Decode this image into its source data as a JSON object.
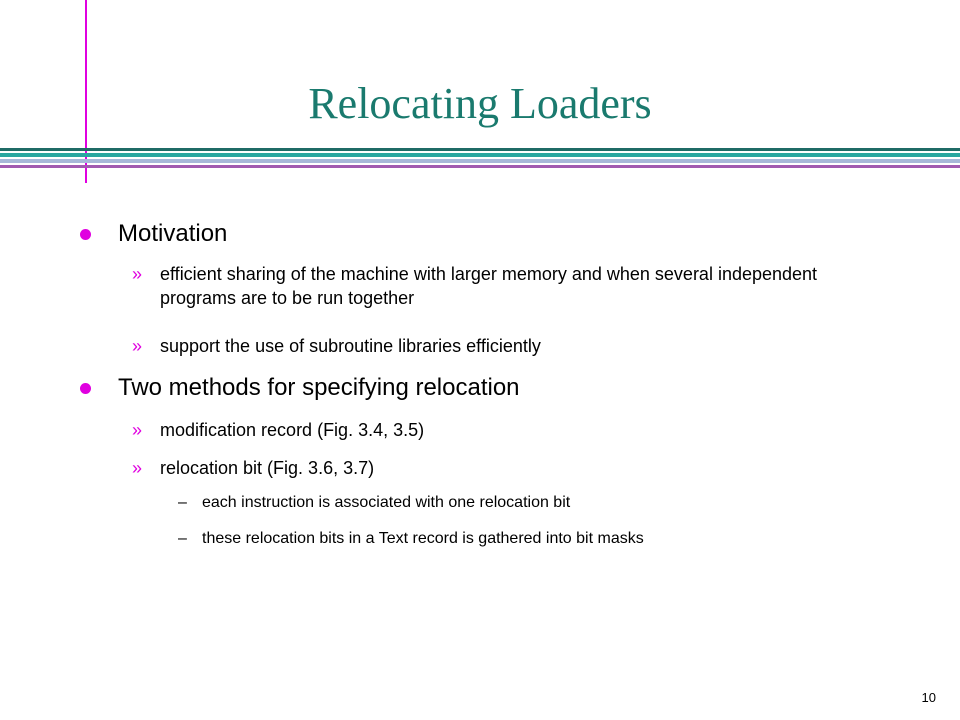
{
  "slide": {
    "title": "Relocating Loaders",
    "bullets": [
      {
        "marker": "l",
        "text": "Motivation",
        "sub": [
          {
            "marker": "»",
            "text": "efficient sharing of the machine with larger memory and when several independent programs are to be run together"
          },
          {
            "marker": "»",
            "text": "support the use of subroutine libraries efficiently"
          }
        ]
      },
      {
        "marker": "l",
        "text": "Two methods for specifying relocation",
        "sub": [
          {
            "marker": "»",
            "text": "modification record (Fig. 3.4, 3.5)"
          },
          {
            "marker": "»",
            "text": "relocation bit (Fig. 3.6, 3.7)",
            "sub": [
              {
                "marker": "–",
                "text": "each instruction is associated with one relocation bit"
              },
              {
                "marker": "–",
                "text": "these relocation bits in a Text record is gathered into bit masks"
              }
            ]
          }
        ]
      }
    ],
    "page_number": "10"
  },
  "colors": {
    "title": "#1a7a6e",
    "accent_magenta": "#e000e0",
    "rule_dark_teal": "#1f6b66",
    "rule_teal": "#29a7a0",
    "rule_lavender": "#a7b7d8",
    "rule_purple": "#a15ab0"
  }
}
